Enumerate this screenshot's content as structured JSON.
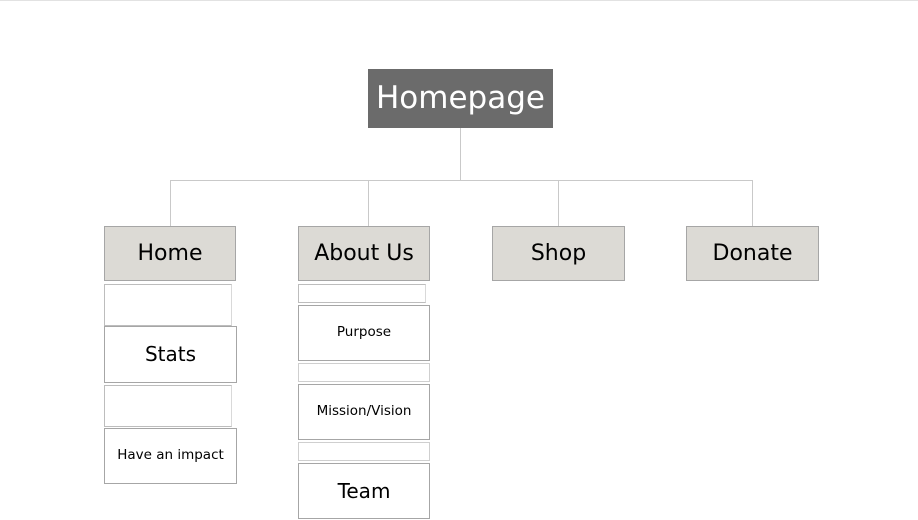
{
  "diagram": {
    "type": "site-structure-tree",
    "title_node": "Homepage",
    "colors": {
      "root_fill": "#6b6b6b",
      "root_text": "#ffffff",
      "level2_fill": "#dcdad5",
      "leaf_fill": "#ffffff",
      "border": "#a6a6a6",
      "connector": "#c9c9c9",
      "page_background": "#ffffff"
    },
    "root": {
      "label": "Homepage"
    },
    "branches": [
      {
        "label": "Home",
        "children": [
          {
            "label": "",
            "kind": "spacer"
          },
          {
            "label": "Stats",
            "kind": "leaf-large"
          },
          {
            "label": "",
            "kind": "spacer"
          },
          {
            "label": "Have an impact",
            "kind": "leaf-small"
          }
        ]
      },
      {
        "label": "About Us",
        "children": [
          {
            "label": "",
            "kind": "spacer"
          },
          {
            "label": "Purpose",
            "kind": "leaf-small"
          },
          {
            "label": "",
            "kind": "spacer"
          },
          {
            "label": "Mission/Vision",
            "kind": "leaf-small"
          },
          {
            "label": "",
            "kind": "spacer"
          },
          {
            "label": "Team",
            "kind": "leaf-large"
          }
        ]
      },
      {
        "label": "Shop",
        "children": []
      },
      {
        "label": "Donate",
        "children": []
      }
    ]
  }
}
